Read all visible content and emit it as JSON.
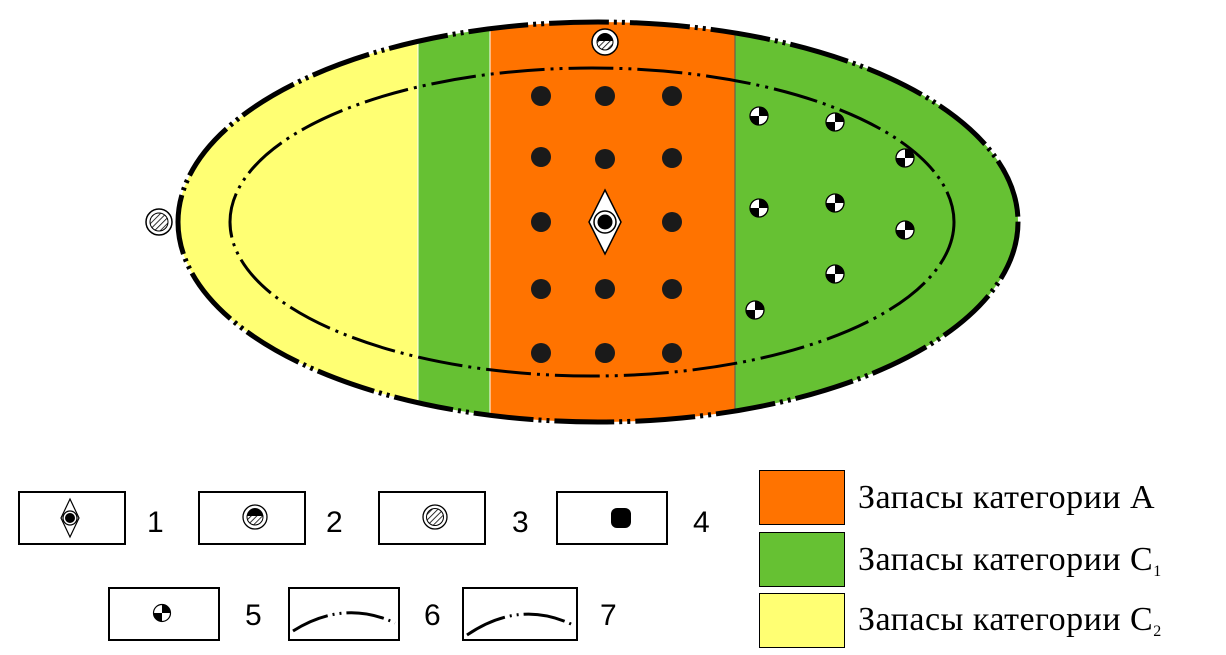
{
  "colors": {
    "category_a": "#ff7300",
    "category_c1": "#66c133",
    "category_c2": "#ffff73",
    "outline": "#000000"
  },
  "map": {
    "well_types": [
      {
        "kind": "discovery-well-icon"
      },
      {
        "kind": "hatched-dark-well-icon"
      },
      {
        "kind": "hatched-well-icon"
      },
      {
        "kind": "production-well-icon"
      },
      {
        "kind": "crossed-well-icon"
      }
    ]
  },
  "legend": {
    "symbols": [
      {
        "number": "1",
        "icon": "discovery-well-icon"
      },
      {
        "number": "2",
        "icon": "hatched-dark-well-icon"
      },
      {
        "number": "3",
        "icon": "hatched-well-icon"
      },
      {
        "number": "4",
        "icon": "production-well-icon"
      },
      {
        "number": "5",
        "icon": "crossed-well-icon"
      },
      {
        "number": "6",
        "icon": "outer-contour-line-icon"
      },
      {
        "number": "7",
        "icon": "inner-contour-line-icon"
      }
    ],
    "categories": [
      {
        "label": "Запасы категории А",
        "sub": "",
        "color": "#ff7300"
      },
      {
        "label": "Запасы категории С",
        "sub": "1",
        "color": "#66c133"
      },
      {
        "label": "Запасы категории С",
        "sub": "2",
        "color": "#ffff73"
      }
    ]
  }
}
